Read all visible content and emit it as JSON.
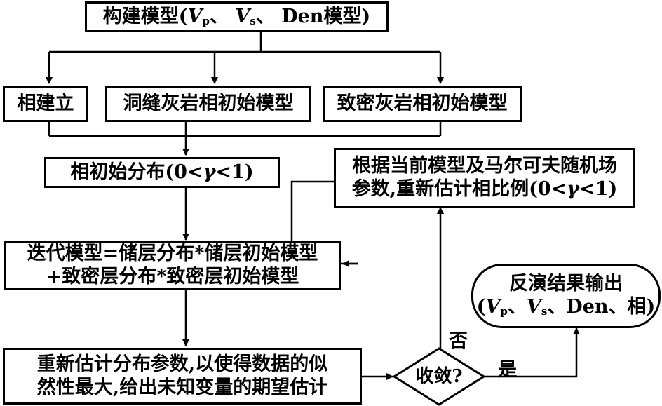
{
  "nodes": {
    "build_model": {
      "pre": "构建模型(",
      "v1": "V",
      "s1": "p",
      "mid": "、",
      "v2": "V",
      "s2": "s",
      "post": "、 Den模型)"
    },
    "facies": {
      "text": "相建立"
    },
    "fracture_cave": {
      "text": "洞缝灰岩相初始模型"
    },
    "tight": {
      "text": "致密灰岩相初始模型"
    },
    "initial_dist": {
      "pre": "相初始分布(0<",
      "gamma": "γ",
      "post": "<1)"
    },
    "mrf": {
      "line1": "根据当前模型及马尔可夫随机场",
      "pre": "参数,重新估计相比例(0<",
      "gamma": "γ",
      "post": "<1)"
    },
    "iterate": {
      "line1": "迭代模型=储层分布*储层初始模型",
      "line2": "+致密层分布*致密层初始模型"
    },
    "reestimate": {
      "line1": "重新估计分布参数,以使得数据的似",
      "line2": "然性最大,给出未知变量的期望估计"
    },
    "converge": {
      "text": "收敛?"
    },
    "output": {
      "line1": "反演结果输出",
      "pre": "(",
      "v1": "V",
      "s1": "p",
      "mid": "、",
      "v2": "V",
      "s2": "s",
      "post": "、Den、相)"
    }
  },
  "edge_labels": {
    "no": "否",
    "yes": "是"
  }
}
